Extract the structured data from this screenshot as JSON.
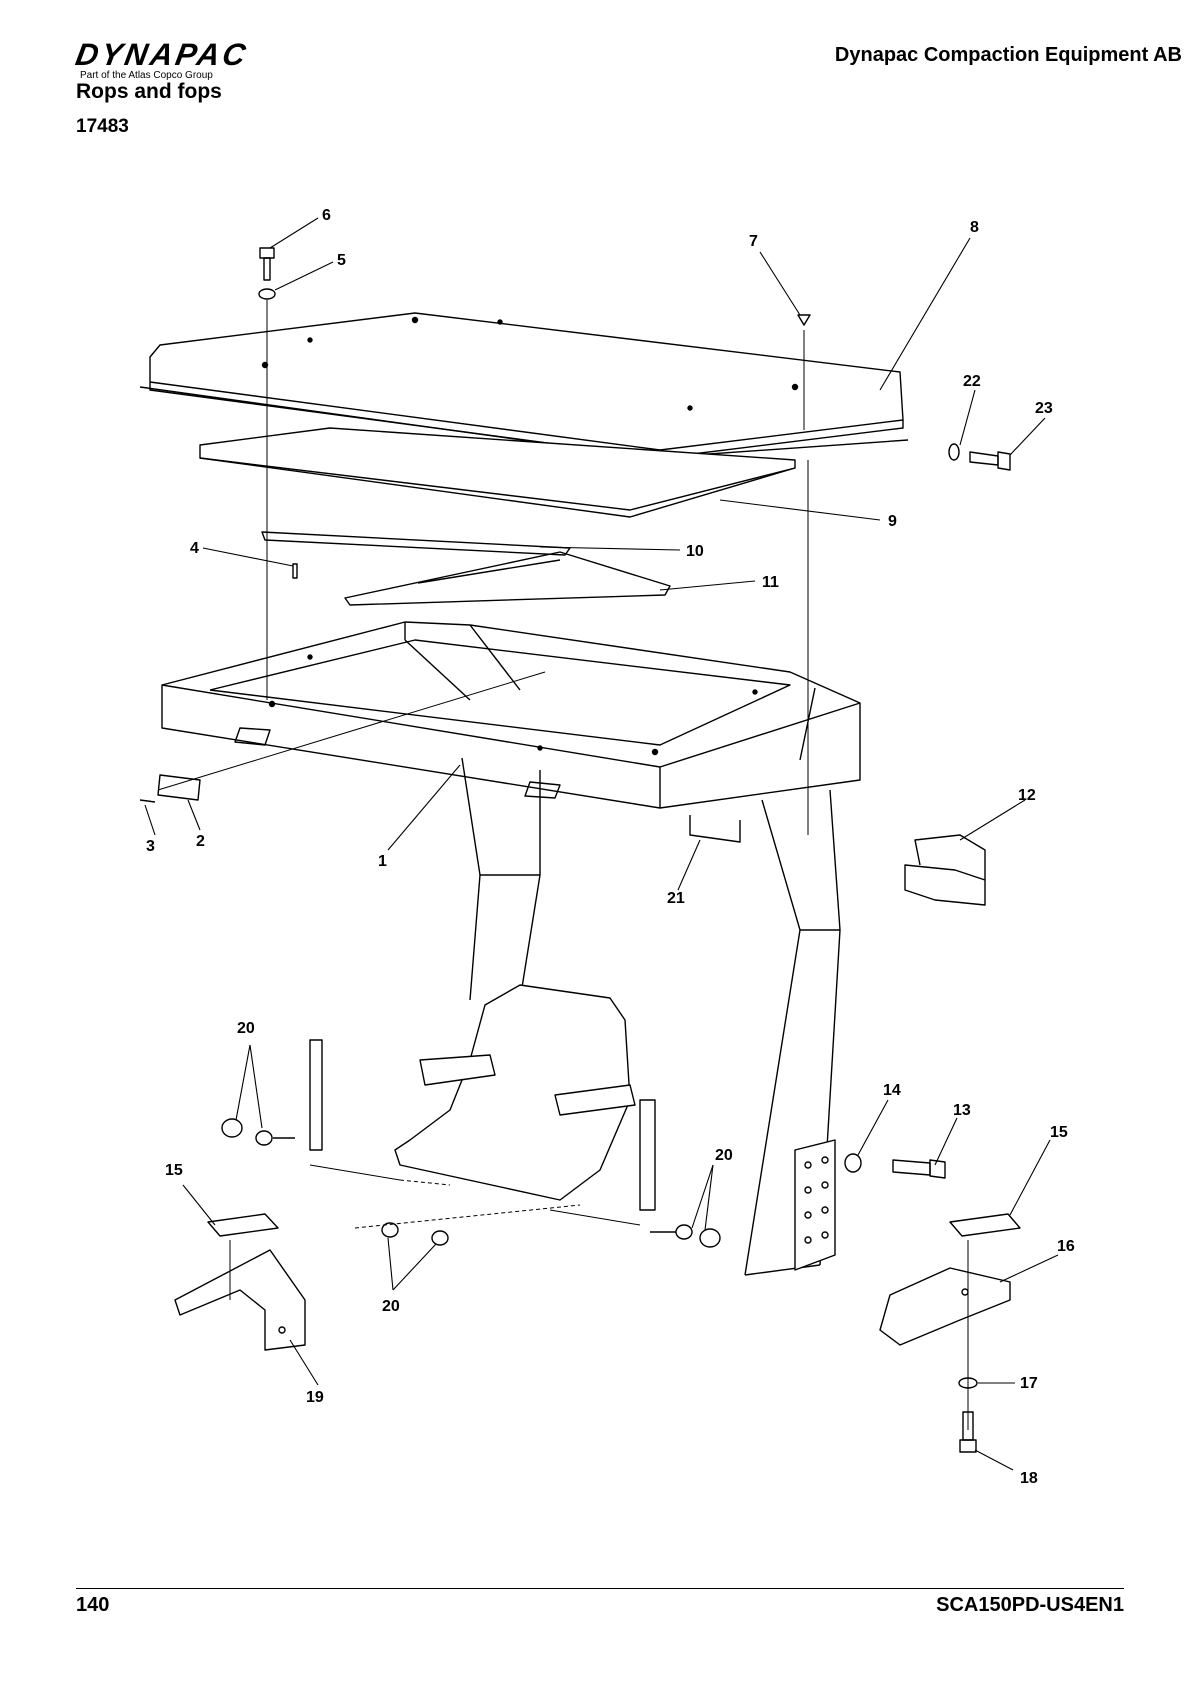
{
  "header": {
    "logo_text": "DYNAPAC",
    "logo_subtext": "Part of the Atlas Copco Group",
    "company": "Dynapac Compaction Equipment AB",
    "title": "Rops and fops",
    "reference": "17483"
  },
  "diagram": {
    "callouts": [
      "1",
      "2",
      "3",
      "4",
      "5",
      "6",
      "7",
      "8",
      "9",
      "10",
      "11",
      "12",
      "13",
      "14",
      "15",
      "15",
      "16",
      "17",
      "18",
      "19",
      "20",
      "20",
      "20",
      "21",
      "22",
      "23"
    ]
  },
  "footer": {
    "page_number": "140",
    "document_code": "SCA150PD-US4EN1"
  }
}
